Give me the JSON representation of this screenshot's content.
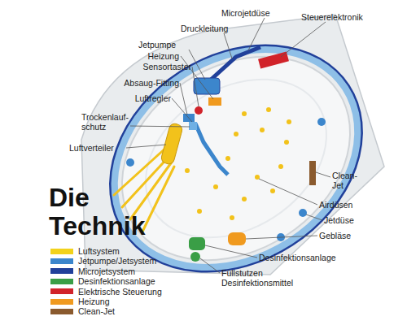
{
  "diagram": {
    "title": "Die Technik",
    "labels": [
      "Microjetdüse",
      "Steuerelektronik",
      "Druckleitung",
      "Jetpumpe",
      "Heizung",
      "Sensortaster",
      "Absaug-Fitting",
      "Luftregler",
      "Trockenlauf- schutz",
      "Luftverteiler",
      "Clean- Jet",
      "Airdüsen",
      "Jetdüse",
      "Gebläse",
      "Desinfektionsanlage",
      "Füllstutzen Desinfektionsmittel"
    ],
    "legend": [
      {
        "text": "Luftsystem",
        "color": "#f2d21b"
      },
      {
        "text": "Jetpumpe/Jetsystem",
        "color": "#3c86cc"
      },
      {
        "text": "Microjetsystem",
        "color": "#21409a"
      },
      {
        "text": "Desinfektionsanlage",
        "color": "#3a9e46"
      },
      {
        "text": "Elektrische Steuerung",
        "color": "#d1232a"
      },
      {
        "text": "Heizung",
        "color": "#f09a1f"
      },
      {
        "text": "Clean-Jet",
        "color": "#8a5a2e"
      }
    ]
  }
}
